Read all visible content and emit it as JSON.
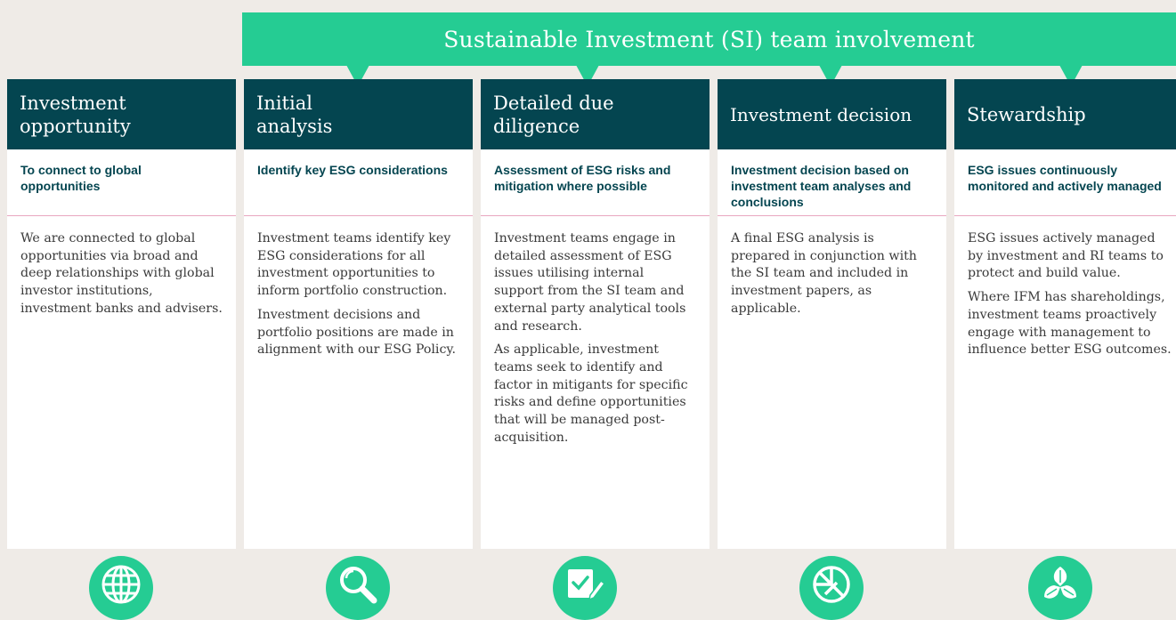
{
  "banner": {
    "title": "Sustainable Investment (SI) team involvement"
  },
  "columns": [
    {
      "heading": "Investment opportunity",
      "subheading": "To connect to global opportunities",
      "paragraphs": [
        "We are connected to global opportunities via broad and deep relationships with global investor institutions, investment banks and advisers."
      ],
      "icon": "globe-icon"
    },
    {
      "heading": "Initial analysis",
      "subheading": "Identify key ESG considerations",
      "paragraphs": [
        "Investment teams identify key ESG considerations for all investment opportunities to inform portfolio construction.",
        "Investment decisions and portfolio positions are made in alignment with our ESG Policy."
      ],
      "icon": "magnifier-icon"
    },
    {
      "heading": "Detailed due diligence",
      "subheading": "Assessment of ESG risks and mitigation where possible",
      "paragraphs": [
        "Investment teams engage in detailed assessment of ESG issues utilising internal support from the SI team and external party analytical tools and research.",
        "As applicable, investment teams seek to identify and factor in mitigants for specific risks and define opportunities that will be managed post-acquisition."
      ],
      "icon": "checklist-pencil-icon"
    },
    {
      "heading": "Investment decision",
      "subheading": "Investment decision based on investment team analyses and conclusions",
      "paragraphs": [
        "A final ESG analysis is prepared in conjunction with the SI team and included in investment papers, as applicable."
      ],
      "icon": "pie-chart-icon"
    },
    {
      "heading": "Stewardship",
      "subheading": "ESG issues continuously monitored and actively managed",
      "paragraphs": [
        "ESG issues actively managed by investment and RI teams to protect and build value.",
        "Where IFM has shareholdings, investment teams proactively engage with management to influence better ESG outcomes."
      ],
      "icon": "recycle-leaves-icon"
    }
  ],
  "colors": {
    "accent": "#25cc93",
    "header": "#044550",
    "divider": "#e8a7c0",
    "background": "#efebe7"
  }
}
